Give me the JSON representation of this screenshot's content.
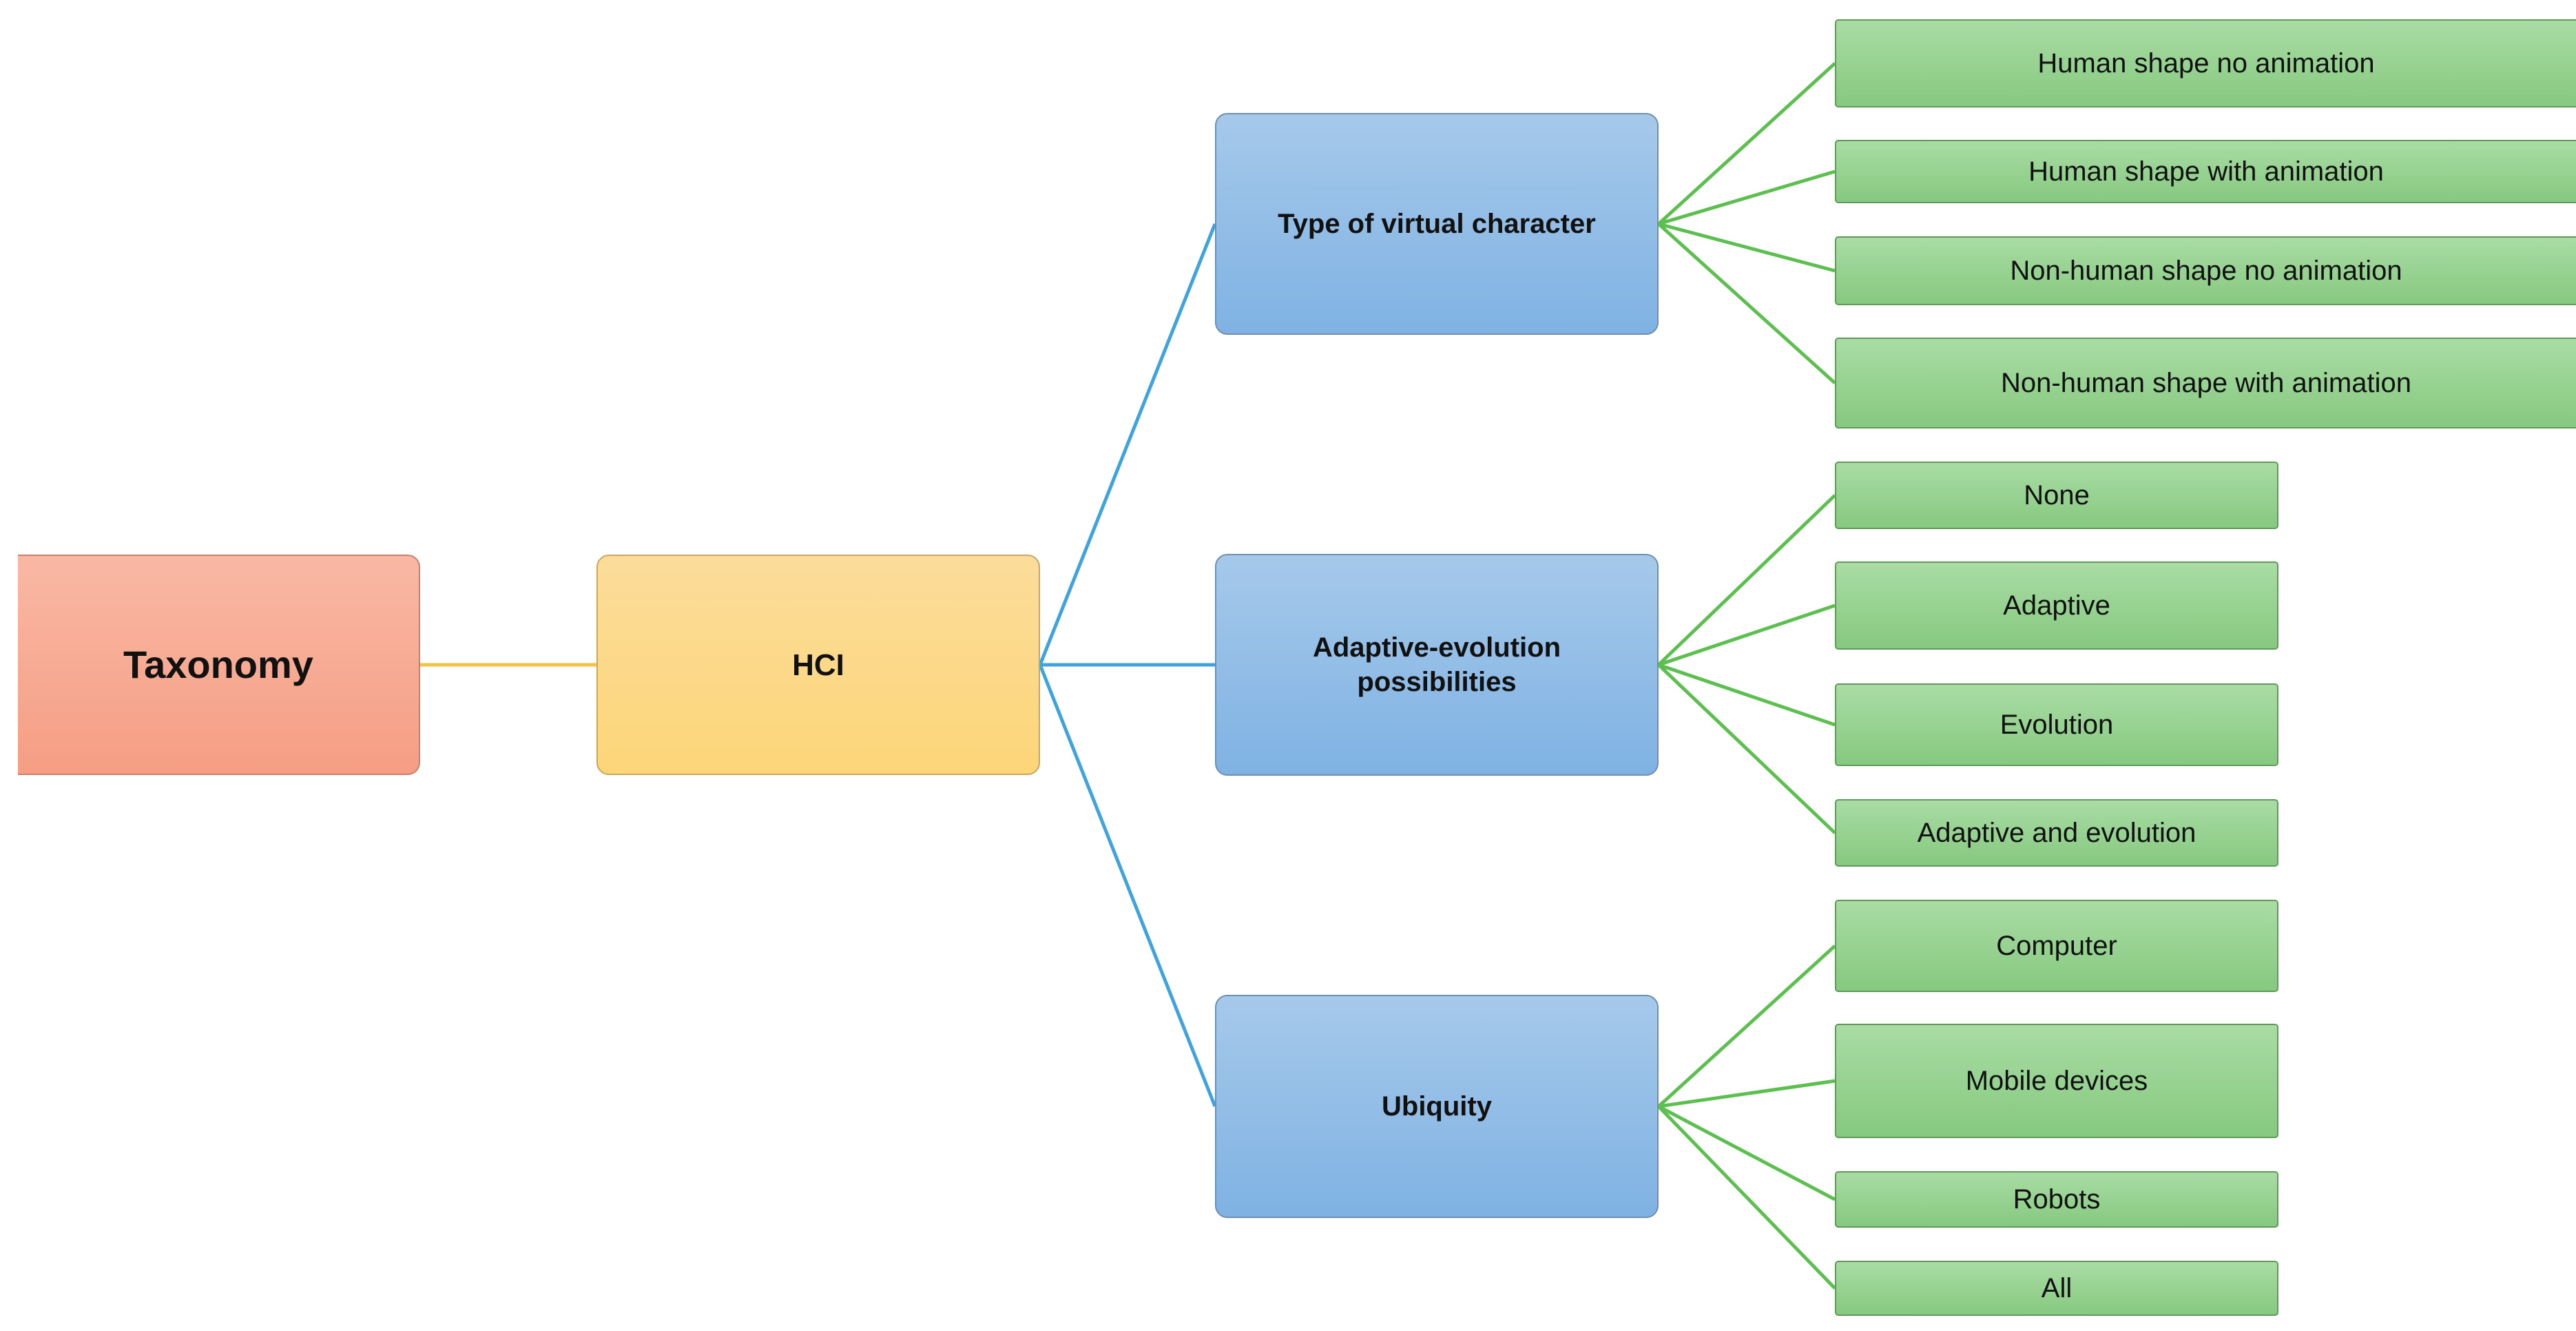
{
  "diagram": {
    "root": {
      "label": "Taxonomy"
    },
    "level1": {
      "label": "HCI"
    },
    "categories": [
      {
        "label": "Type of virtual character",
        "items": [
          "Human shape no animation",
          "Human shape with animation",
          "Non-human shape no animation",
          "Non-human shape with animation"
        ]
      },
      {
        "label": "Adaptive-evolution possibilities",
        "items": [
          "None",
          "Adaptive",
          "Evolution",
          "Adaptive and evolution"
        ]
      },
      {
        "label": "Ubiquity",
        "items": [
          "Computer",
          "Mobile devices",
          "Robots",
          "All"
        ]
      }
    ],
    "colors": {
      "root": "#f7a98f",
      "level1": "#fcd98a",
      "category": "#92bde7",
      "leaf": "#97d291",
      "root_connector": "#f5c242",
      "category_connector": "#3fa3dc",
      "leaf_connector": "#5cbf4f"
    }
  }
}
